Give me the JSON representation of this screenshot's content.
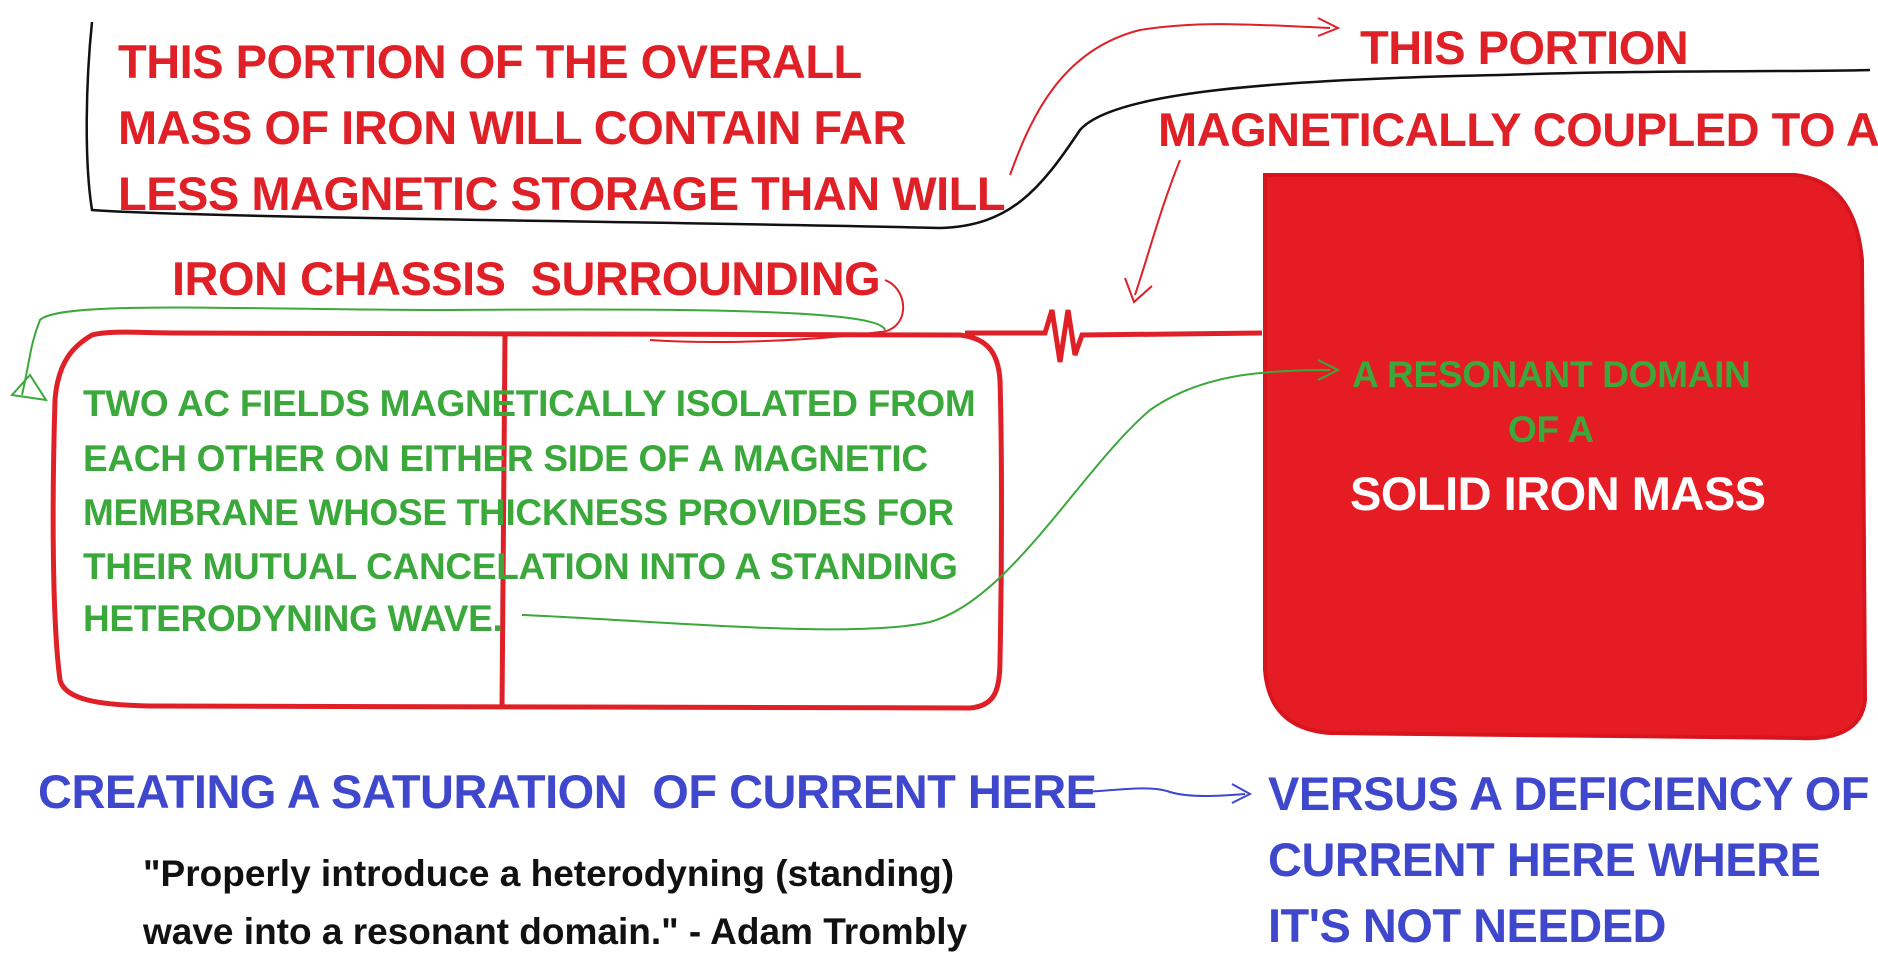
{
  "colors": {
    "red": "#e02027",
    "green": "#3aa83a",
    "blue": "#3f48cc",
    "black": "#111111",
    "iron_fill": "#e51c24"
  },
  "top_note": {
    "lines": [
      "THIS PORTION OF THE OVERALL",
      "MASS OF IRON WILL CONTAIN FAR",
      "LESS MAGNETIC STORAGE THAN WILL"
    ]
  },
  "right_header": {
    "line1": "THIS PORTION",
    "line2": "MAGNETICALLY COUPLED TO A"
  },
  "chassis_label": "IRON CHASSIS  SURROUNDING",
  "chassis_box_text": {
    "lines": [
      "TWO AC FIELDS MAGNETICALLY ISOLATED FROM",
      "EACH OTHER ON EITHER SIDE OF A MAGNETIC",
      "MEMBRANE WHOSE THICKNESS PROVIDES FOR",
      "THEIR MUTUAL CANCELATION INTO A STANDING",
      "HETERODYNING WAVE."
    ]
  },
  "iron_mass": {
    "line1": "A RESONANT DOMAIN",
    "line2": "OF A",
    "line3": "SOLID IRON MASS"
  },
  "saturation_label": "CREATING A SATURATION  OF CURRENT HERE",
  "deficiency_label": {
    "lines": [
      "VERSUS A DEFICIENCY OF",
      "CURRENT HERE WHERE",
      "IT'S NOT NEEDED"
    ]
  },
  "quote": {
    "line1": "\"Properly introduce a heterodyning (standing)",
    "line2": "wave into a resonant domain.\" - Adam Trombly"
  }
}
